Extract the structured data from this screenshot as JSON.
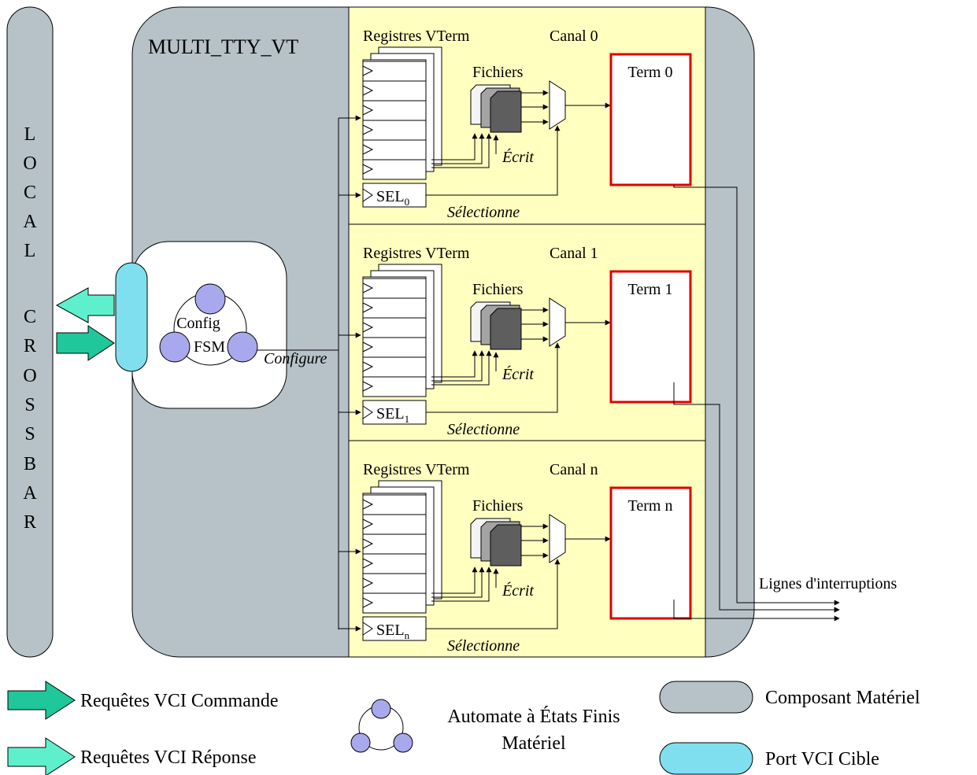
{
  "diagram": {
    "crossbar_letters": [
      "L",
      "O",
      "C",
      "A",
      "L",
      "C",
      "R",
      "O",
      "S",
      "S",
      "B",
      "A",
      "R"
    ],
    "component_title": "MULTI_TTY_VT",
    "fsm_label_line1": "Config",
    "fsm_label_line2": "FSM",
    "configure_label": "Configure",
    "interrupts_label": "Lignes d'interruptions",
    "channels": [
      {
        "registers_label": "Registres VTerm",
        "channel_label": "Canal 0",
        "files_label": "Fichiers",
        "write_label": "Écrit",
        "sel_label": "SEL",
        "sel_sub": "0",
        "select_label": "Sélectionne",
        "term_label": "Term 0"
      },
      {
        "registers_label": "Registres VTerm",
        "channel_label": "Canal 1",
        "files_label": "Fichiers",
        "write_label": "Écrit",
        "sel_label": "SEL",
        "sel_sub": "1",
        "select_label": "Sélectionne",
        "term_label": "Term 1"
      },
      {
        "registers_label": "Registres VTerm",
        "channel_label": "Canal n",
        "files_label": "Fichiers",
        "write_label": "Écrit",
        "sel_label": "SEL",
        "sel_sub": "n",
        "select_label": "Sélectionne",
        "term_label": "Term n"
      }
    ]
  },
  "legend": {
    "command": "Requêtes VCI Commande",
    "response": "Requêtes VCI Réponse",
    "fsm_line1": "Automate à États Finis",
    "fsm_line2": "Matériel",
    "hw_component": "Composant Matériel",
    "vci_port": "Port VCI Cible"
  },
  "colors": {
    "component_gray": "#b6c2c8",
    "channel_yellow": "#ffffc0",
    "port_cyan": "#7fdfef",
    "fsm_state": "#a8a8ec",
    "command_arrow": "#1fc79a",
    "response_arrow": "#5ef0cc",
    "term_border": "#e00000"
  }
}
